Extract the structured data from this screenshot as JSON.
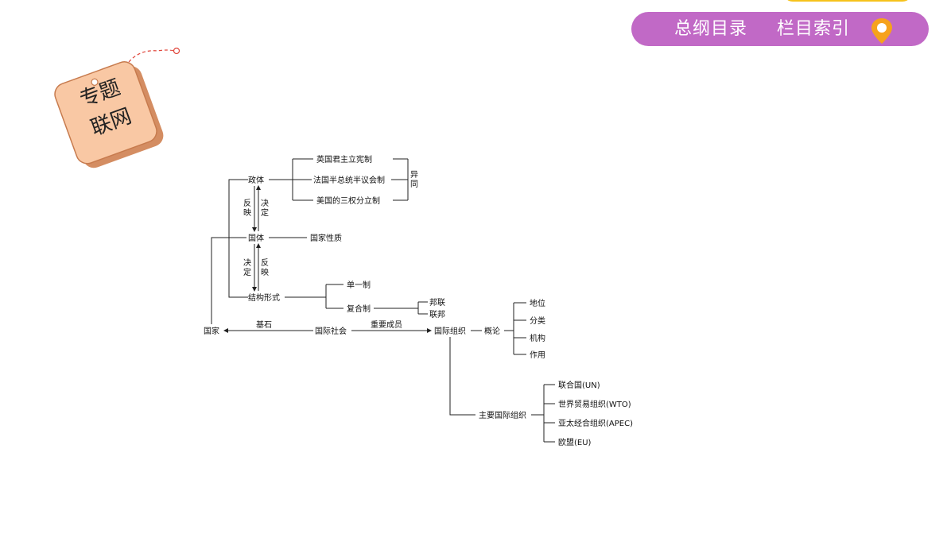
{
  "nav": {
    "contents_label": "总纲目录",
    "index_label": "栏目索引",
    "accent_color": "#c169c6",
    "top_accent_color": "#f6c21c",
    "pin_color": "#f6a21c"
  },
  "tag": {
    "line1": "专题",
    "line2": "联网",
    "color": "#f9c8a4"
  },
  "diagram": {
    "zhengti": "政体",
    "uk": "英国君主立宪制",
    "fr": "法国半总统半议会制",
    "us": "美国的三权分立制",
    "yitong_1": "异",
    "yitong_2": "同",
    "fanying": "反映",
    "jueding": "决定",
    "guoti": "国体",
    "nature": "国家性质",
    "jueding_2": "决定",
    "fanying_2": "反映",
    "structure": "结构形式",
    "unitary": "单一制",
    "compound": "复合制",
    "confed": "邦联",
    "fed": "联邦",
    "state": "国家",
    "basis": "基石",
    "society": "国际社会",
    "member": "重要成员",
    "org": "国际组织",
    "concept": "概论",
    "status": "地位",
    "category": "分类",
    "body": "机构",
    "role": "作用",
    "main_orgs": "主要国际组织",
    "un": "联合国(UN)",
    "wto": "世界贸易组织(WTO)",
    "apec": "亚太经合组织(APEC)",
    "eu": "欧盟(EU)"
  }
}
